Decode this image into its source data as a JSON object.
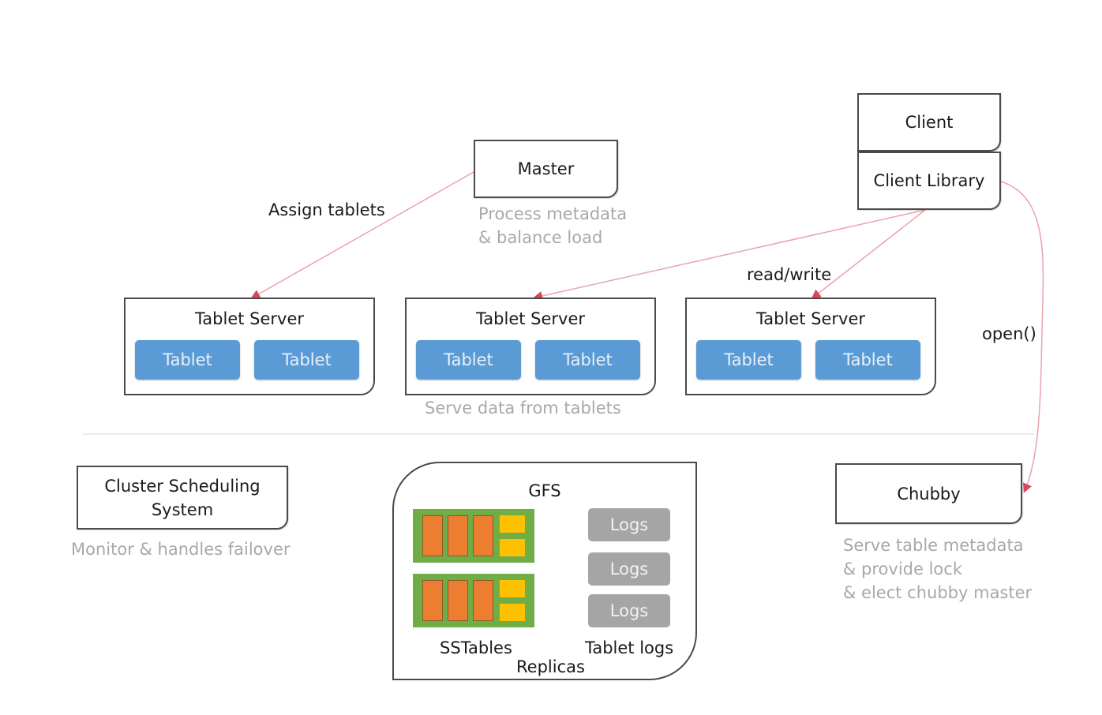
{
  "master": {
    "label": "Master",
    "note_line1": "Process metadata",
    "note_line2": "& balance load"
  },
  "client": {
    "label": "Client",
    "library_label": "Client Library"
  },
  "edges": {
    "assign": "Assign tablets",
    "read_write": "read/write",
    "open": "open()"
  },
  "tablet_servers": [
    {
      "title": "Tablet Server",
      "tablets": [
        "Tablet",
        "Tablet"
      ]
    },
    {
      "title": "Tablet Server",
      "tablets": [
        "Tablet",
        "Tablet"
      ]
    },
    {
      "title": "Tablet Server",
      "tablets": [
        "Tablet",
        "Tablet"
      ]
    }
  ],
  "tablet_servers_note": "Serve data from tablets",
  "cluster": {
    "line1": "Cluster Scheduling",
    "line2": "System",
    "note": "Monitor & handles failover"
  },
  "gfs": {
    "title": "GFS",
    "logs": [
      "Logs",
      "Logs",
      "Logs"
    ],
    "sstables_label": "SSTables",
    "tablet_logs_label": "Tablet logs",
    "replicas_label": "Replicas"
  },
  "chubby": {
    "label": "Chubby",
    "note_line1": "Serve table metadata",
    "note_line2": "& provide lock",
    "note_line3": "& elect chubby master"
  },
  "colors": {
    "tablet": "#5b9bd5",
    "arrow": "#e8848f",
    "sstable_bg": "#70ad47",
    "sstable_bar": "#ed7d31",
    "sstable_index": "#ffc000",
    "logs": "#a5a5a5",
    "note_text": "#a8a8a8"
  }
}
